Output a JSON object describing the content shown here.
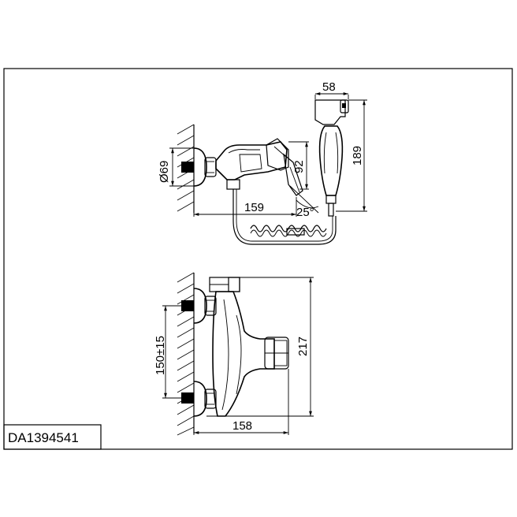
{
  "product_code": "DA1394541",
  "top_view": {
    "dim_width_top": "58",
    "dim_height_hand": "189",
    "dim_diameter": "Ø69",
    "dim_height_body": "92",
    "dim_length": "159",
    "dim_angle": "25°"
  },
  "bottom_view": {
    "dim_centers": "150±15",
    "dim_height": "217",
    "dim_length": "158"
  }
}
